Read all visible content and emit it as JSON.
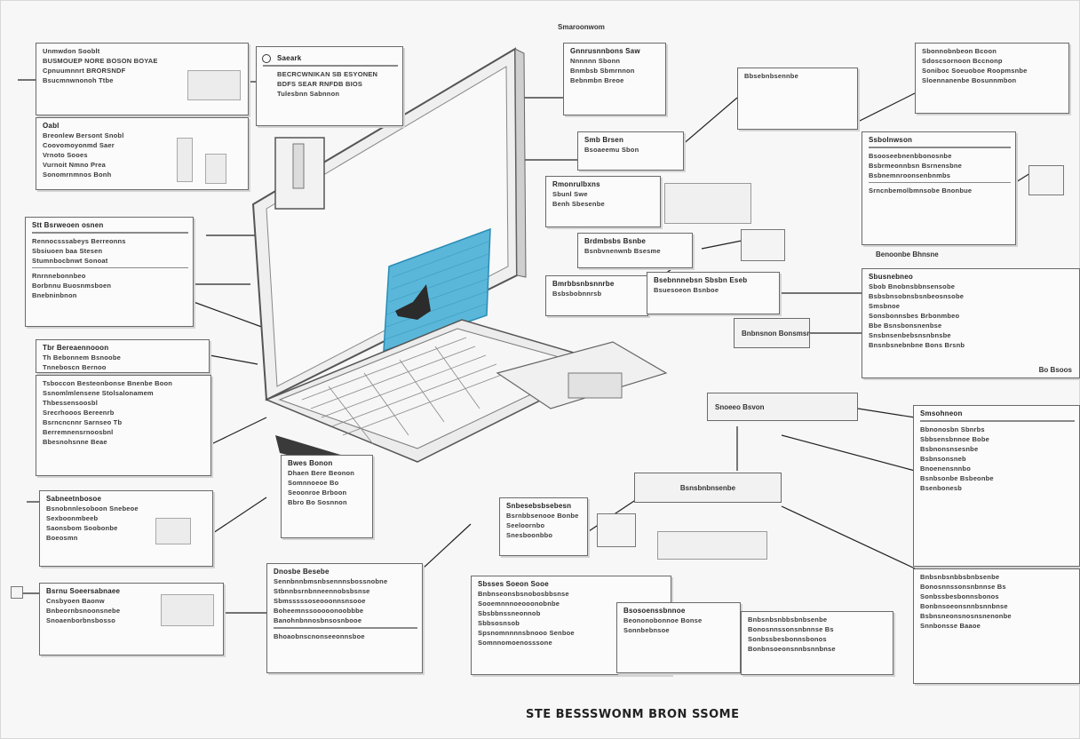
{
  "footer": {
    "title": "STE BESSSWONM   BRON SSOME"
  },
  "top_label": "Smaroonwom",
  "search_panel": {
    "tag": "Saeark",
    "lines": [
      "BECRCWNIKAN  SB ESYONEN",
      "BDFS SEAR RNFDB BIOS",
      "Tulesbnn  Sabnnon"
    ]
  },
  "panels": {
    "p_left_top": [
      "Unmwdon  Sooblt",
      "BUSMOUEP NORE BOSON BOYAE",
      "Cpnuumnnrt BRORSNDF",
      "Bsucmnwnonoh  Ttbe"
    ],
    "p_left_2": [
      "Oabl",
      "Breonlew Bersont Snobl",
      "Coovomoyonmd Saer",
      "Vrnoto Sooes",
      "Vurnoit Nmno Prea",
      "Sonomrnmnos Bonh"
    ],
    "p_left_3": [
      "Stt Bsrweoen osnen",
      "Rennocsssabeys Berreonns",
      "Sbsiuoen baa Stesen",
      "Stumnbocbnwt Sonoat",
      "Rnrnnebonnbeo",
      "Borbnnu Buosnmsboen",
      "Bnebninbnon"
    ],
    "p_left_4": [
      "Tbr Bereaennooon",
      "Th Bebonnem Bsnoobe",
      "Tnneboscn Bernoo"
    ],
    "p_left_5": [
      "Tsboccon Besteonbonse Bnenbe Boon",
      "Ssnomlmlensene Stolsalonamem",
      "Thbessensoosbl",
      "Srecrhooos Bereenrb",
      "Bsrncncnnr Sarnseo Tb",
      "Berremnensrnoosbnl",
      "Bbesnohsnne Beae"
    ],
    "p_left_6": [
      "Sabneetnbosoe",
      "Bsnobnnlesoboon Snebeoe",
      "Sexboonmbeeb",
      "Saonsbom Soobonbe",
      "Boeosmn"
    ],
    "p_left_7": [
      "Bsrnu Soeersabnaee",
      "Cnsbyoen Baonw",
      "Bnbeornbsnoonsnebe",
      "Snoaenborbnsbosso"
    ],
    "p_mid_bottom_1": [
      "Dnosbe Besebe",
      "Sennbnnbmsnbsennnsbossnobne",
      "Stbnnbsrnbnneennobsbsnse",
      "Sbmsssssoseooonnsnsooe",
      "Boheemnssooooonoobbbe",
      "Banohnbnnosbnsosnbooe",
      "Bhoaobnscnonseeonnsboe"
    ],
    "p_mid_bottom_2": [
      "Bwes Bonon",
      "Dhaen Bere Beonon",
      "Somnnoeoe Bo",
      "Seoonroe Brboon",
      "Bbro Bo Sosnnon"
    ],
    "p_mid_bottom_3": [
      "Snbesebsbsebesn",
      "Bsrnbbsenooe Bonbe",
      "Seeloornbo",
      "Snesboonbbo"
    ],
    "p_bottom_center": [
      "Sbsses Soeon Sooe",
      "Bnbnseonsbsnobosbbsnse",
      "Sooemnnnoeooonobnbe",
      "Sbsbbnssneonnob",
      "Sbbsosnsob",
      "Spsnomnnnnsbnooo Senboe",
      "Somnnomoenosssone"
    ],
    "p_bottom_right_1": [
      "Bsosoenssbnnoe",
      "Beononobonnoe Bonse",
      "Sonnbebnsoe"
    ],
    "p_top_mid_1": [
      "Gnnrusnnbons Saw",
      "Nnnnnn Sbonn",
      "Bnmbsb Sbmrnnon",
      "Bebnmbn Breoe"
    ],
    "p_top_mid_2": [
      "Smb  Brsen",
      "Bsoaeemu Sbon"
    ],
    "p_top_mid_3": [
      "Rmonrulbxns",
      "Sbunl Swe",
      "Benh Sbesenbe"
    ],
    "p_mid_1": [
      "Brdmbsbs Bsnbe",
      "Bsnbvnenwnb Bsesme"
    ],
    "p_mid_2": [
      "Bmrbbsnbsnnrbe",
      "Bsbsbobnnrsb"
    ],
    "p_mid_3": [
      "Bsebnnnebsn Sbsbn Eseb",
      "Bsuesoeon Bsnboe"
    ],
    "p_top_right_1": [
      "Sbonnobnbeon Bcoon",
      "Sdoscsornoon Bccnonp",
      "Soniboc  Soeuoboe Roopmsnbe",
      "Sloennanenbe Bosunnmbon"
    ],
    "p_top_right_2": [
      "Bbsebnbsennbe"
    ],
    "p_right_1": [
      "Ssbolnwson",
      "Bsooseebnenbbonosnbe",
      "Bsbrmeonnbsn Bsrnensbne",
      "Bsbnemnroonsenbnmbs",
      "Srncnbemolbmnsobe Bnonbue"
    ],
    "p_right_2": [
      "Bnbsnbsnbbsbnbsenbe",
      "Bonosnnssonsnbnnse Bs",
      "Sonbssbesbonnsbonos",
      "Bonbnsoeonsnnbsnnbnse",
      "Bsbnsneonsnosnsnenonbe",
      "Snnbonsse Baaoe"
    ],
    "p_right_3": [
      "Sbusnebneo",
      "Sbob Bnobnsbbnsensobe",
      "Bsbsbnsobnsbsnbeosnsobe",
      "Smsbnoe",
      "Sonsbonnsbes Brbonmbeo",
      "Bbe Bsnsbonsnenbse",
      "Snsbnsenbebsnsnbnsbe",
      "Bnsnbsnebnbne Bons Brsnb"
    ],
    "p_right_4": [
      "Smsohneon",
      "Bbnonosbn Sbnrbs",
      "Sbbsensbnnoe Bobe",
      "Bsbnonsnsesnbe",
      "Bsbnsonsneb",
      "Bnoenensnnbo",
      "Bsnbsonbe Bsbeonbe",
      "Bsenbonesb"
    ]
  },
  "tags": {
    "t_mid_right_1": "Bnbnsnon Bonsmsr",
    "t_mid_right_2": "Snoeeo Bsvon",
    "t_mid_right_3": "Bsnsbnbnsenbe",
    "t_right_label": "Benoonbe Bhnsne",
    "t_right_small": "Bo Bsoos"
  },
  "colors": {
    "screen": "#5ab7d9",
    "screen_dark": "#2a8cb5",
    "line": "#222222"
  }
}
